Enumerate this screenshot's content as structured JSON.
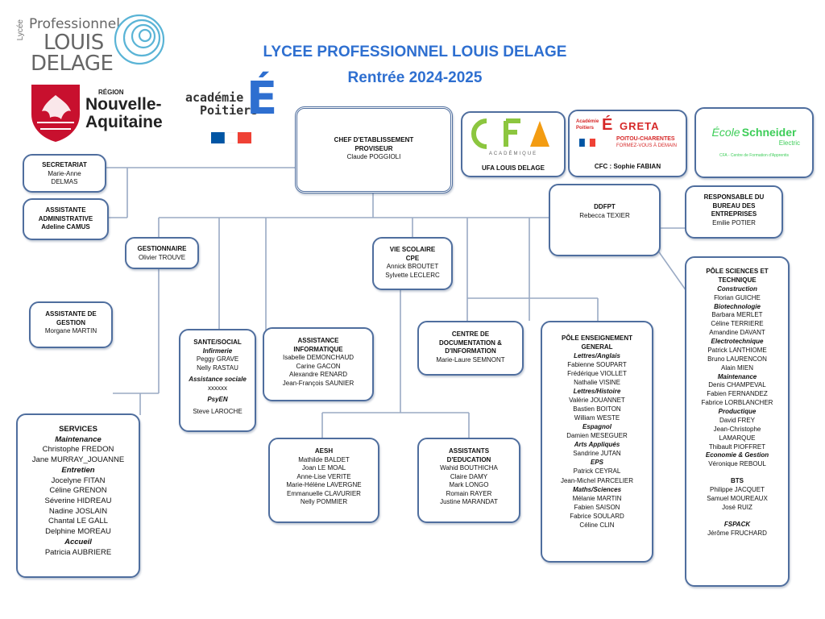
{
  "header": {
    "title": "LYCEE PROFESSIONNEL LOUIS DELAGE",
    "subtitle": "Rentrée 2024-2025"
  },
  "logos": {
    "lycee": {
      "line1": "Professionnel",
      "line2": "LOUIS",
      "line3": "DELAGE",
      "vertical": "Lycée"
    },
    "region": {
      "small": "RÉGION",
      "line1": "Nouvelle-",
      "line2": "Aquitaine"
    },
    "academie": {
      "line1": "académie",
      "line2": "Poitiers",
      "letter": "É"
    },
    "ufa_logo": {
      "letters": "CFA",
      "caption": "ACADÉMIQUE"
    },
    "greta_logo": {
      "word": "GRETA",
      "tagline1": "POITOU-CHARENTES",
      "tagline2": "FORMEZ-VOUS À DEMAIN",
      "small1": "Académie",
      "small2": "Poitiers"
    },
    "schneider_logo": {
      "ecole": "École",
      "brand": "Schneider",
      "sub": "Electric",
      "caption": "CFA - Centre de Formation d'Apprentis"
    },
    "colors": {
      "accent_blue": "#2e6fd0",
      "box_border": "#4f6e9e",
      "region_red": "#c8102e",
      "schneider_green": "#3dcd58",
      "ufa_green": "#8cc63f",
      "ufa_orange": "#f39c12",
      "greta_red": "#d62828"
    }
  },
  "chef": {
    "title1": "CHEF D'ETABLISSEMENT",
    "title2": "PROVISEUR",
    "name": "Claude POGGIOLI"
  },
  "ufa": {
    "label": "UFA LOUIS DELAGE"
  },
  "cfc": {
    "label": "CFC : Sophie FABIAN"
  },
  "secretariat": {
    "title": "SECRETARIAT",
    "name1": "Marie-Anne",
    "name2": "DELMAS"
  },
  "assistante_admin": {
    "title1": "ASSISTANTE",
    "title2": "ADMINISTRATIVE",
    "name": "Adeline CAMUS"
  },
  "ddfpt": {
    "title": "DDFPT",
    "name": "Rebecca TEXIER"
  },
  "responsable": {
    "title1": "RESPONSABLE DU",
    "title2": "BUREAU DES",
    "title3": "ENTREPRISES",
    "name": "Emilie POTIER"
  },
  "gestionnaire": {
    "title": "GESTIONNAIRE",
    "name": "Olivier TROUVE"
  },
  "vie_scolaire": {
    "title": "VIE SCOLAIRE",
    "subtitle": "CPE",
    "name1": "Annick BROUTET",
    "name2": "Sylvette LECLERC"
  },
  "assistante_gestion": {
    "title1": "ASSISTANTE DE",
    "title2": "GESTION",
    "name": "Morgane MARTIN"
  },
  "sante": {
    "title": "SANTE/SOCIAL",
    "infirmerie": "Infirmerie",
    "inf1": "Peggy GRAVE",
    "inf2": "Nelly RASTAU",
    "assistance": "Assistance   sociale",
    "assist_name": "xxxxxx",
    "psyen": "PsyEN",
    "psy_name": "Steve LAROCHE"
  },
  "informatique": {
    "title1": "ASSISTANCE",
    "title2": "INFORMATIQUE",
    "names": [
      "Isabelle DEMONCHAUD",
      "Carine GACON",
      "Alexandre RENARD",
      "Jean-François SAUNIER"
    ]
  },
  "cdi": {
    "title1": "CENTRE DE",
    "title2": "DOCUMENTATION &",
    "title3": "D'INFORMATION",
    "name": "Marie-Laure SEMNONT"
  },
  "pole_general": {
    "title1": "PÔLE ENSEIGNEMENT",
    "title2": "GENERAL",
    "groups": [
      {
        "label": "Lettres/Anglais",
        "names": [
          "Fabienne SOUPART",
          "Frédérique VIOLLET",
          "Nathalie VISINE"
        ]
      },
      {
        "label": "Lettres/Histoire",
        "names": [
          "Valérie JOUANNET",
          "Bastien BOITON",
          "William WESTE"
        ]
      },
      {
        "label": "Espagnol",
        "names": [
          "Damien MESEGUER"
        ]
      },
      {
        "label": "Arts Appliqués",
        "names": [
          "Sandrine JUTAN"
        ]
      },
      {
        "label": "EPS",
        "names": [
          "Patrick CEYRAL",
          "Jean-Michel PARCELIER"
        ]
      },
      {
        "label": "Maths/Sciences",
        "names": [
          "Mélanie MARTIN",
          "Fabien SAISON",
          "Fabrice SOULARD",
          "Céline CLIN"
        ]
      }
    ]
  },
  "pole_sciences": {
    "title1": "PÔLE SCIENCES ET",
    "title2": "TECHNIQUE",
    "groups": [
      {
        "label": "Construction",
        "names": [
          "Florian GUICHE"
        ]
      },
      {
        "label": "Biotechnologie",
        "names": [
          "Barbara MERLET",
          "Céline TERRIERE",
          "Amandine DAVANT"
        ]
      },
      {
        "label": "Electrotechnique",
        "names": [
          "Patrick LANTHIOME",
          "Bruno LAURENCON",
          "Alain MIEN"
        ]
      },
      {
        "label": "Maintenance",
        "names": [
          "Denis CHAMPEVAL",
          "Fabien FERNANDEZ",
          "Fabrice LORBLANCHER"
        ]
      },
      {
        "label": "Productique",
        "names": [
          "David FREY",
          "Jean-Christophe",
          "LAMARQUE",
          "Thibault PIOFFRET"
        ]
      },
      {
        "label": "Economie & Gestion",
        "names": [
          "Véronique REBOUL"
        ]
      }
    ],
    "bts_title": "BTS",
    "bts_names": [
      "Philippe JACQUET",
      "Samuel MOUREAUX",
      "José RUIZ"
    ],
    "fspack_title": "FSPACK",
    "fspack_names": [
      "Jérôme FRUCHARD"
    ]
  },
  "services": {
    "title": "SERVICES",
    "groups": [
      {
        "label": "Maintenance",
        "names": [
          "Christophe FREDON",
          "Jane MURRAY_JOUANNE"
        ]
      },
      {
        "label": "Entretien",
        "names": [
          "Jocelyne FITAN",
          "Céline GRENON",
          "Séverine HIDREAU",
          "Nadine JOSLAIN",
          "Chantal LE GALL",
          "Delphine MOREAU"
        ]
      },
      {
        "label": "Accueil",
        "names": [
          "Patricia AUBRIERE"
        ]
      }
    ]
  },
  "aesh": {
    "title": "AESH",
    "names": [
      "Mathilde BALDET",
      "Joan LE MOAL",
      "Anne-Lise VERITE",
      "Marie-Hélène LAVERGNE",
      "Emmanuelle CLAVURIER",
      "Nelly POMMIER"
    ]
  },
  "assistants_education": {
    "title1": "ASSISTANTS",
    "title2": "D'EDUCATION",
    "names": [
      "Wahid BOUTHICHA",
      "Claire DAMY",
      "Mark LONGO",
      "Romain RAYER",
      "Justine MARANDAT"
    ]
  }
}
